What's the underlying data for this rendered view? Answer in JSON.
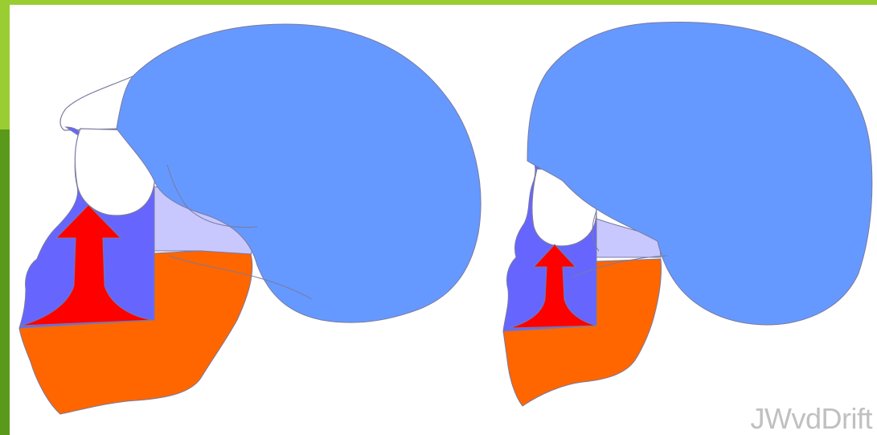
{
  "colors": {
    "frame_light": "#9acd32",
    "frame_dark": "#5a9a1a",
    "cranium": "#6699ff",
    "maxilla": "#6666ff",
    "soft_tissue": "#c8c8ff",
    "mandible": "#ff6600",
    "arrow": "#ff0000",
    "outline": "#7a7aa0",
    "credit_text": "#c0c0c0"
  },
  "icons": {
    "left_arrow": "up-arrow-large",
    "right_arrow": "up-arrow-small"
  },
  "credit": "JWvdDrift"
}
